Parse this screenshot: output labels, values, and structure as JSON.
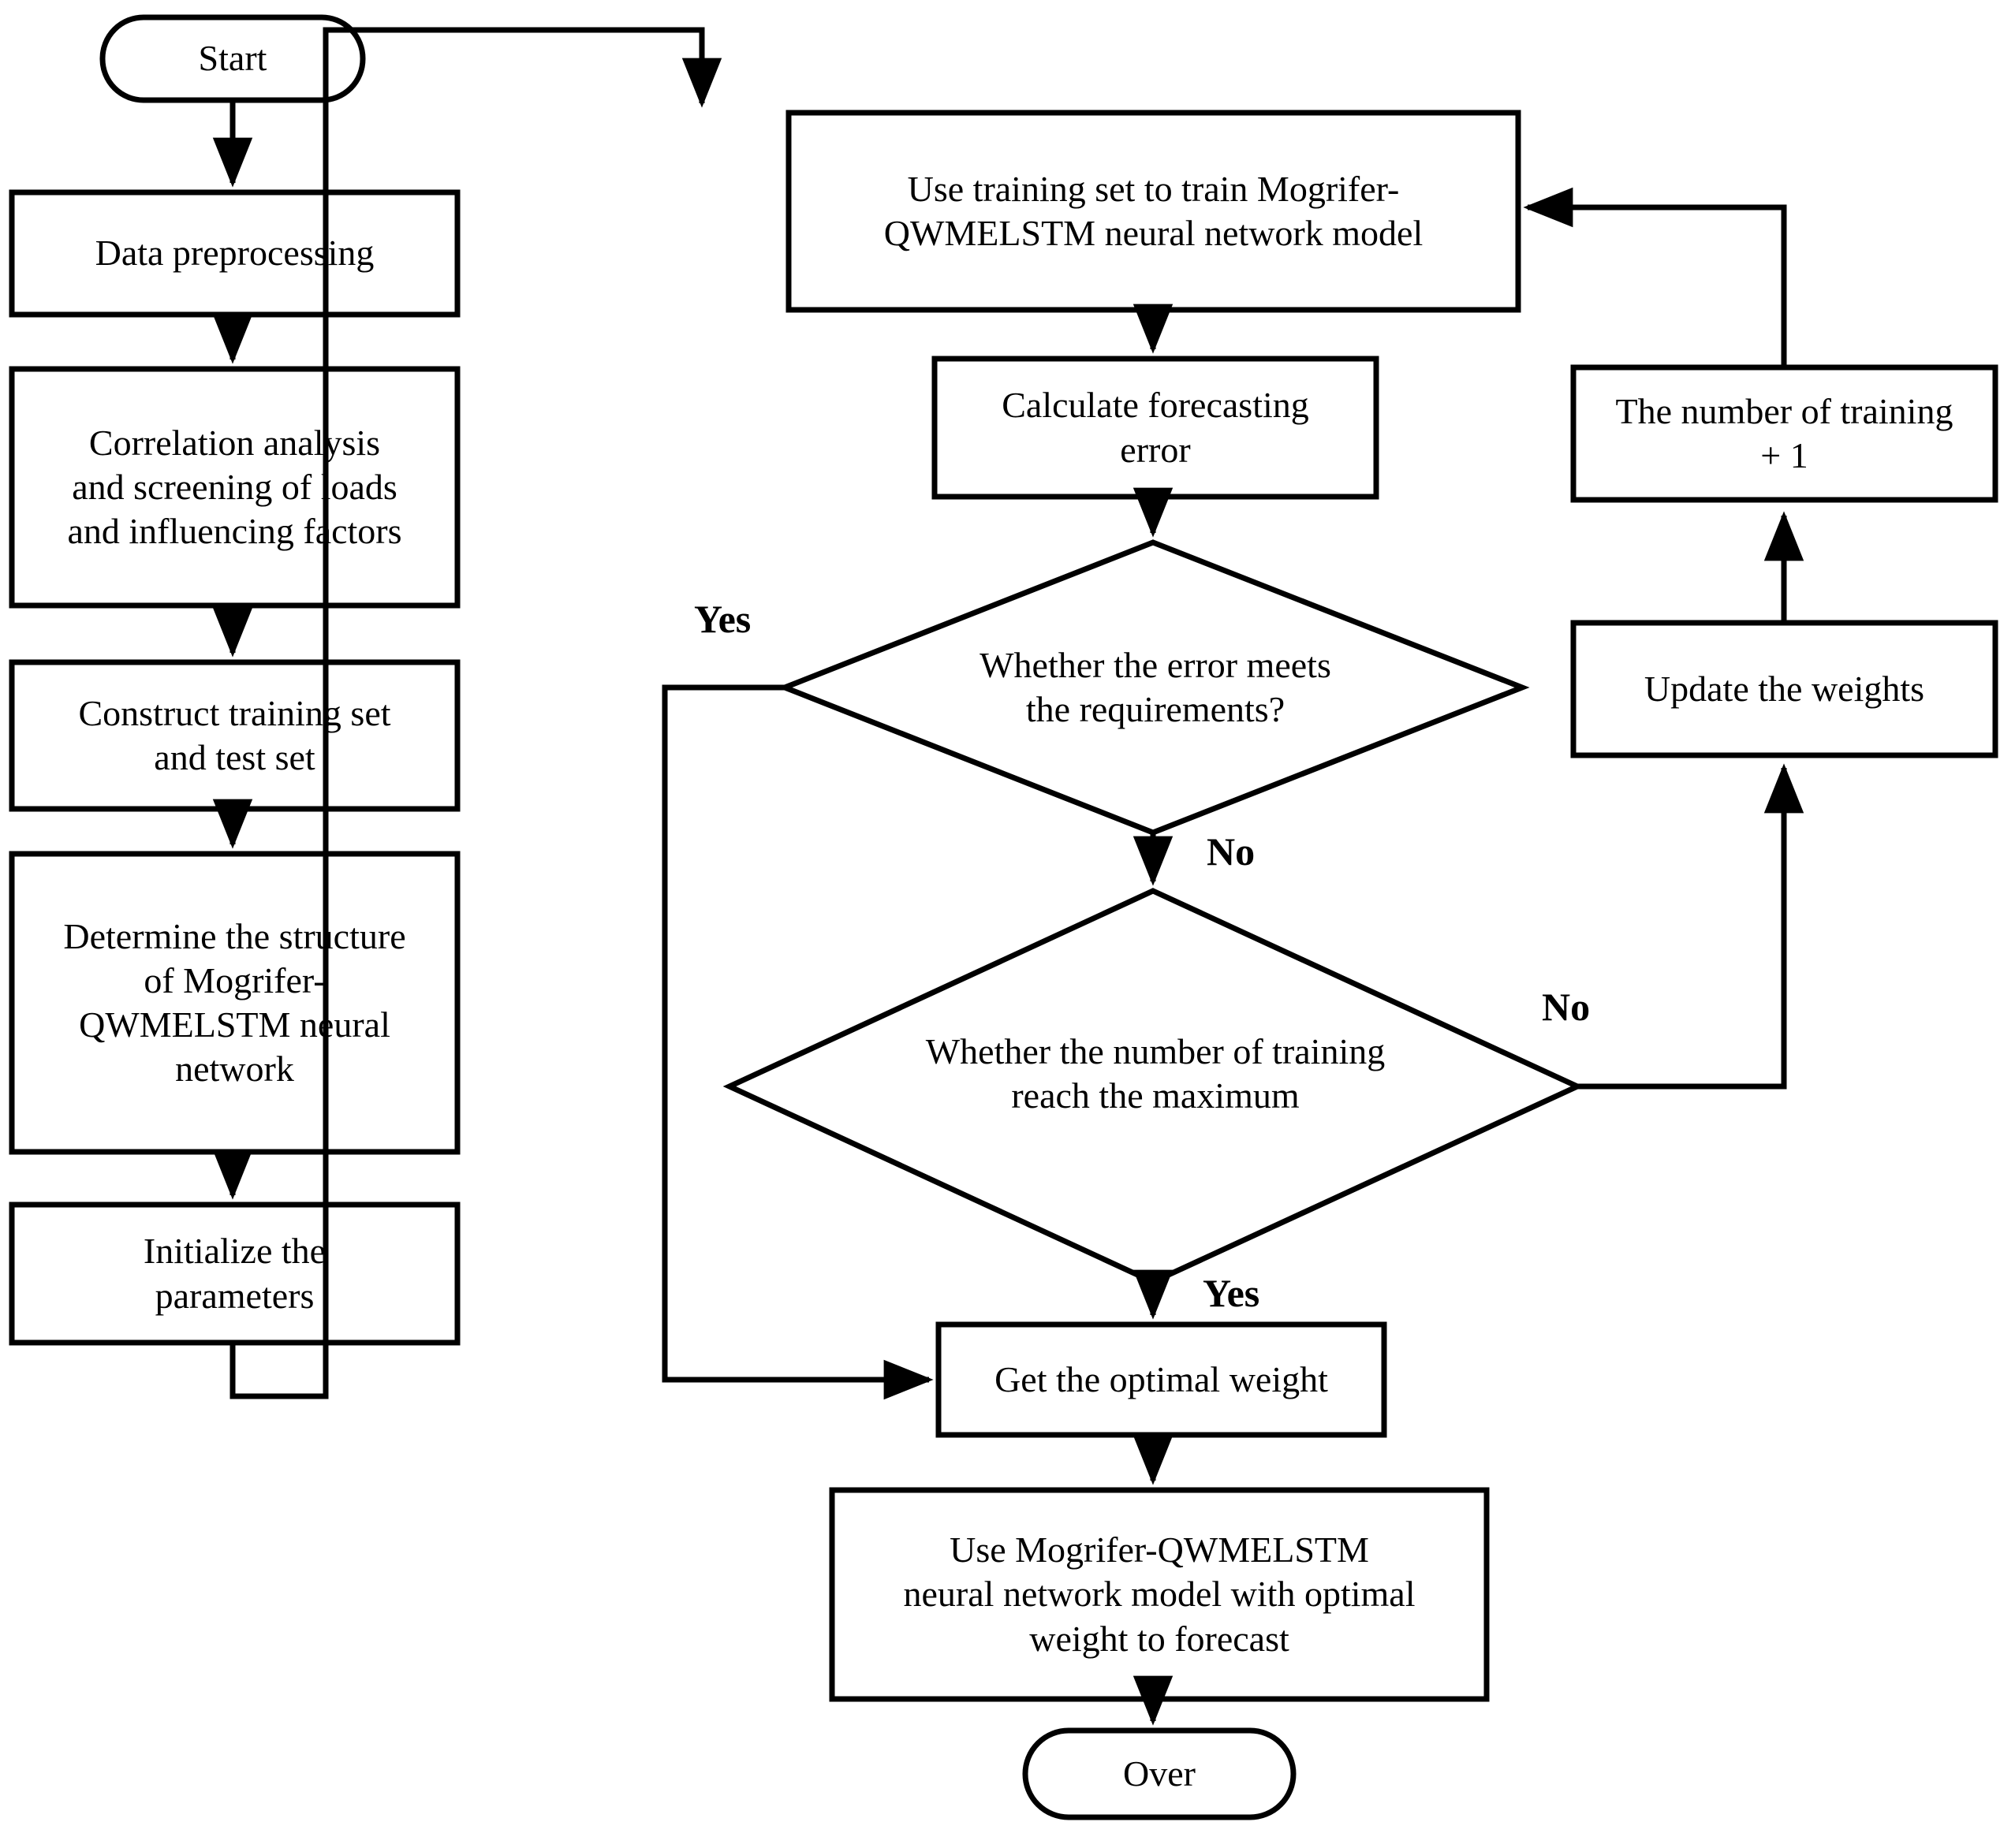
{
  "diagram": {
    "title": "Mogrifer-QWMELSTM neural network forecasting flowchart",
    "type": "flowchart",
    "stroke_color": "#000000",
    "fill_color": "#ffffff",
    "nodes": [
      {
        "id": "start",
        "shape": "terminator",
        "label": "Start"
      },
      {
        "id": "preprocess",
        "shape": "process",
        "label": "Data preprocessing"
      },
      {
        "id": "correlation",
        "shape": "process",
        "label": "Correlation analysis\nand screening of loads\nand influencing factors"
      },
      {
        "id": "construct",
        "shape": "process",
        "label": "Construct training set\nand test set"
      },
      {
        "id": "determine",
        "shape": "process",
        "label": "Determine the structure\nof Mogrifer-\nQWMELSTM neural\nnetwork"
      },
      {
        "id": "initialize",
        "shape": "process",
        "label": "Initialize the\nparameters"
      },
      {
        "id": "train",
        "shape": "process",
        "label": "Use training set to train Mogrifer-\nQWMELSTM neural network model"
      },
      {
        "id": "calcerror",
        "shape": "process",
        "label": "Calculate forecasting\nerror"
      },
      {
        "id": "errdecision",
        "shape": "decision",
        "label": "Whether the error meets\nthe requirements?"
      },
      {
        "id": "numdecision",
        "shape": "decision",
        "label": "Whether the number of training\nreach the maximum"
      },
      {
        "id": "trainplus",
        "shape": "process",
        "label": "The number of training\n+ 1"
      },
      {
        "id": "updatew",
        "shape": "process",
        "label": "Update the weights"
      },
      {
        "id": "optimal",
        "shape": "process",
        "label": "Get the optimal weight"
      },
      {
        "id": "forecast",
        "shape": "process",
        "label": "Use Mogrifer-QWMELSTM\nneural network model with optimal\nweight to forecast"
      },
      {
        "id": "over",
        "shape": "terminator",
        "label": "Over"
      }
    ],
    "edge_labels": {
      "err_yes": "Yes",
      "err_no": "No",
      "num_no": "No",
      "num_yes": "Yes"
    }
  }
}
